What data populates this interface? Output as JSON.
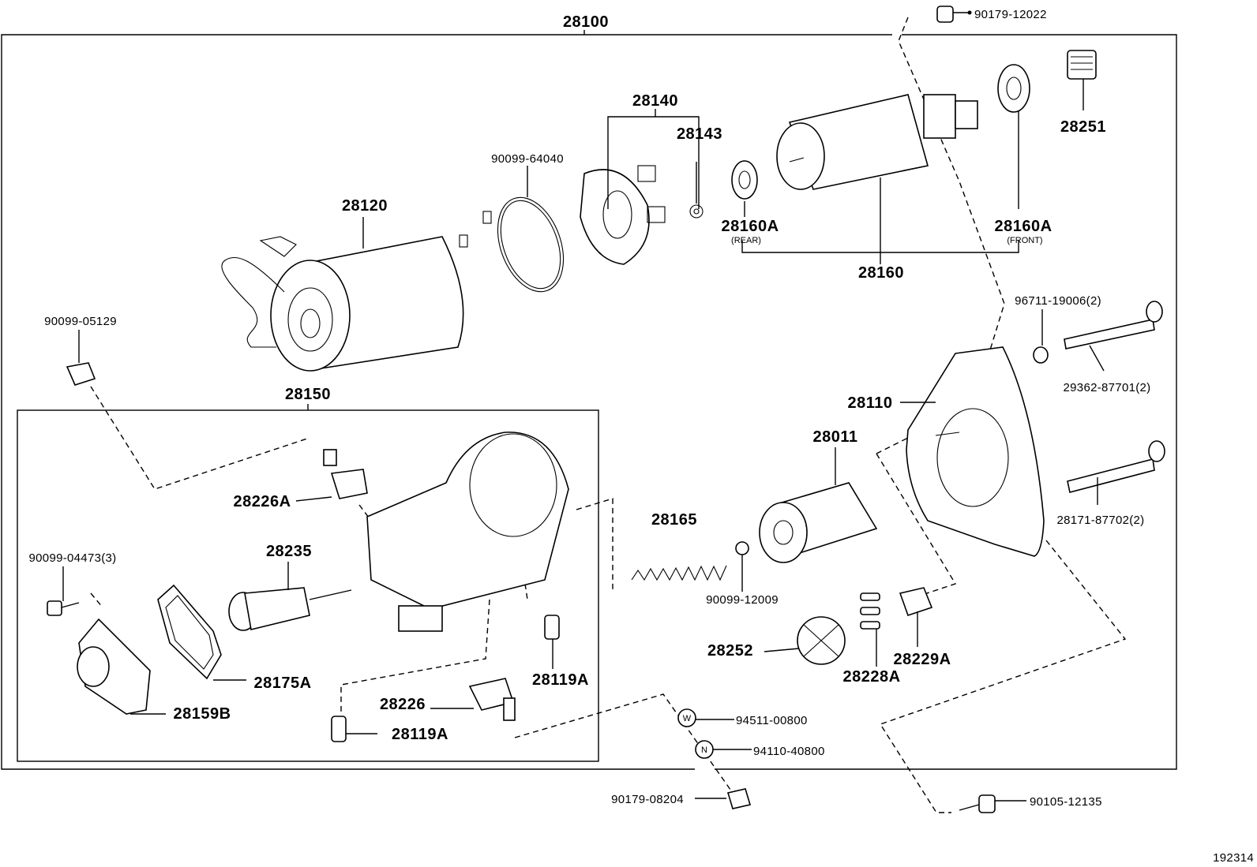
{
  "diagram_id": "192314",
  "assembly": {
    "main": "28100",
    "sub": "28150",
    "armature_group": "28160",
    "brush_group": "28140"
  },
  "labels": {
    "p28100": "28100",
    "p90179_12022": "90179-12022",
    "p28140": "28140",
    "p28143": "28143",
    "p90099_64040": "90099-64040",
    "p28251": "28251",
    "p28120": "28120",
    "p28160a_rear": "28160A",
    "rear_note": "(REAR)",
    "p28160a_front": "28160A",
    "front_note": "(FRONT)",
    "p28160": "28160",
    "p90099_05129": "90099-05129",
    "p96711_19006": "96711-19006(2)",
    "p29362_87701": "29362-87701(2)",
    "p28150": "28150",
    "p28110": "28110",
    "p28011": "28011",
    "p28226a": "28226A",
    "p28165": "28165",
    "p28171_87702": "28171-87702(2)",
    "p90099_04473": "90099-04473(3)",
    "p28235": "28235",
    "p90099_12009": "90099-12009",
    "p28252": "28252",
    "p28229a": "28229A",
    "p28228a": "28228A",
    "p28175a": "28175A",
    "p28119a_top": "28119A",
    "p28226": "28226",
    "p28159b": "28159B",
    "p28119a_bottom": "28119A",
    "p94511_00800": "94511-00800",
    "p94110_40800": "94110-40800",
    "p90179_08204": "90179-08204",
    "p90105_12135": "90105-12135"
  },
  "markers": {
    "washer": "W",
    "nut": "N"
  }
}
